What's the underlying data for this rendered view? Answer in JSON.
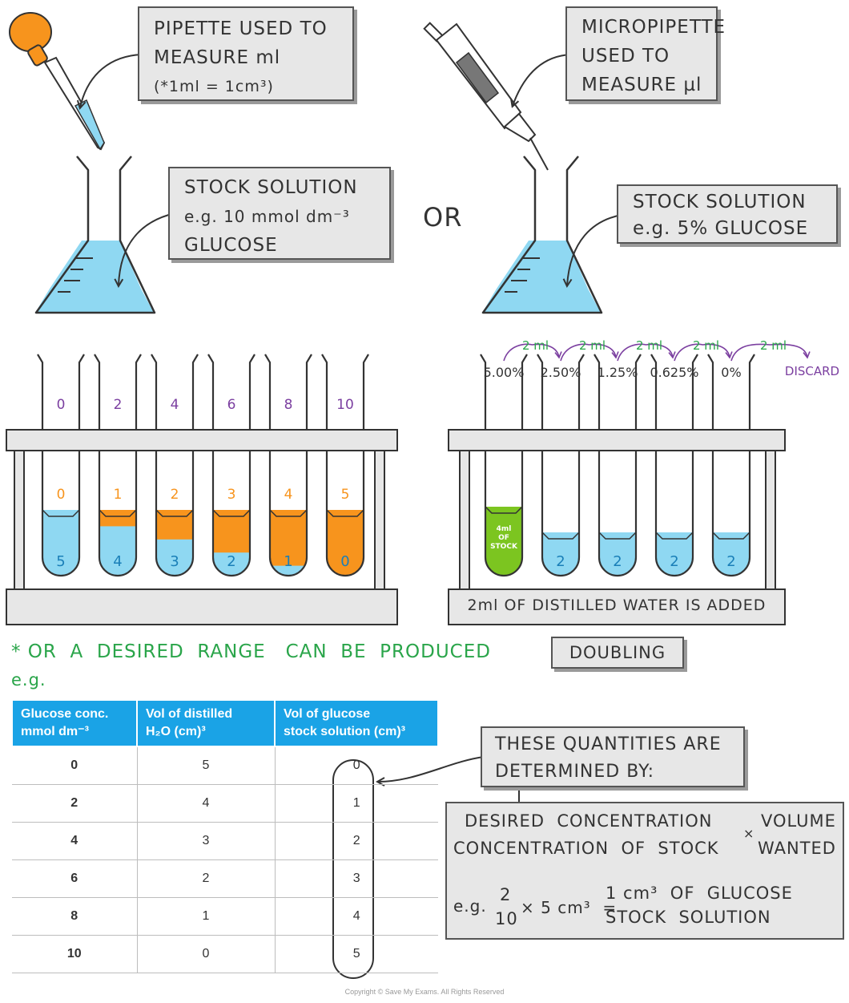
{
  "callouts": {
    "pipette": [
      "PIPETTE  USED  TO",
      "MEASURE  ml",
      "(*1ml = 1cm³)"
    ],
    "micropipette": [
      "MICROPIPETTE",
      "USED  TO",
      "MEASURE  µl"
    ],
    "stock_left": [
      "STOCK  SOLUTION",
      "e.g.  10  mmol dm⁻³",
      "GLUCOSE"
    ],
    "stock_right": [
      "STOCK  SOLUTION",
      "e.g.  5% GLUCOSE"
    ],
    "quantities": [
      "THESE  QUANTITIES  ARE",
      "DETERMINED  BY:"
    ]
  },
  "or_label": "OR",
  "left_rack": {
    "top_labels": [
      "0",
      "2",
      "4",
      "6",
      "8",
      "10"
    ],
    "glucose_labels": [
      "0",
      "1",
      "2",
      "3",
      "4",
      "5"
    ],
    "water_labels": [
      "5",
      "4",
      "3",
      "2",
      "1",
      "0"
    ]
  },
  "right_rack": {
    "concentrations": [
      "5.00%",
      "2.50%",
      "1.25%",
      "0.625%",
      "0%"
    ],
    "transfer_label": "2 ml",
    "discard_label": "DISCARD",
    "stock_tube_label": [
      "4ml",
      "OF",
      "STOCK"
    ],
    "water_labels": [
      "2",
      "2",
      "2",
      "2"
    ],
    "base_label": "2ml  OF  DISTILLED  WATER  IS  ADDED"
  },
  "doubling_label": "DOUBLING",
  "range_note": "* OR  A  DESIRED  RANGE   CAN  BE  PRODUCED",
  "eg_label": "e.g.",
  "table": {
    "headers": [
      [
        "Glucose conc.",
        "mmol dm⁻³"
      ],
      [
        "Vol of distilled",
        "H₂O (cm)³"
      ],
      [
        "Vol of glucose",
        "stock solution (cm)³"
      ]
    ],
    "rows": [
      [
        "0",
        "5",
        "0"
      ],
      [
        "2",
        "4",
        "1"
      ],
      [
        "4",
        "3",
        "2"
      ],
      [
        "6",
        "2",
        "3"
      ],
      [
        "8",
        "1",
        "4"
      ],
      [
        "10",
        "0",
        "5"
      ]
    ]
  },
  "formula": {
    "numerator": "DESIRED  CONCENTRATION",
    "denominator": "CONCENTRATION  OF  STOCK",
    "times": "×",
    "volume": [
      "VOLUME",
      "WANTED"
    ],
    "example_prefix": "e.g.",
    "example_num": "2",
    "example_den": "10",
    "example_mult": "× 5 cm³  =",
    "example_result": [
      "1 cm³  OF  GLUCOSE",
      "STOCK  SOLUTION"
    ]
  },
  "copyright": "Copyright © Save My Exams. All Rights Reserved",
  "colors": {
    "liquid_blue": "#8fd8f2",
    "glucose_orange": "#f7941d",
    "stock_green": "#7cc520",
    "label_purple": "#7b3fa0",
    "label_green": "#2aa54a",
    "header_blue": "#1aa3e6"
  }
}
